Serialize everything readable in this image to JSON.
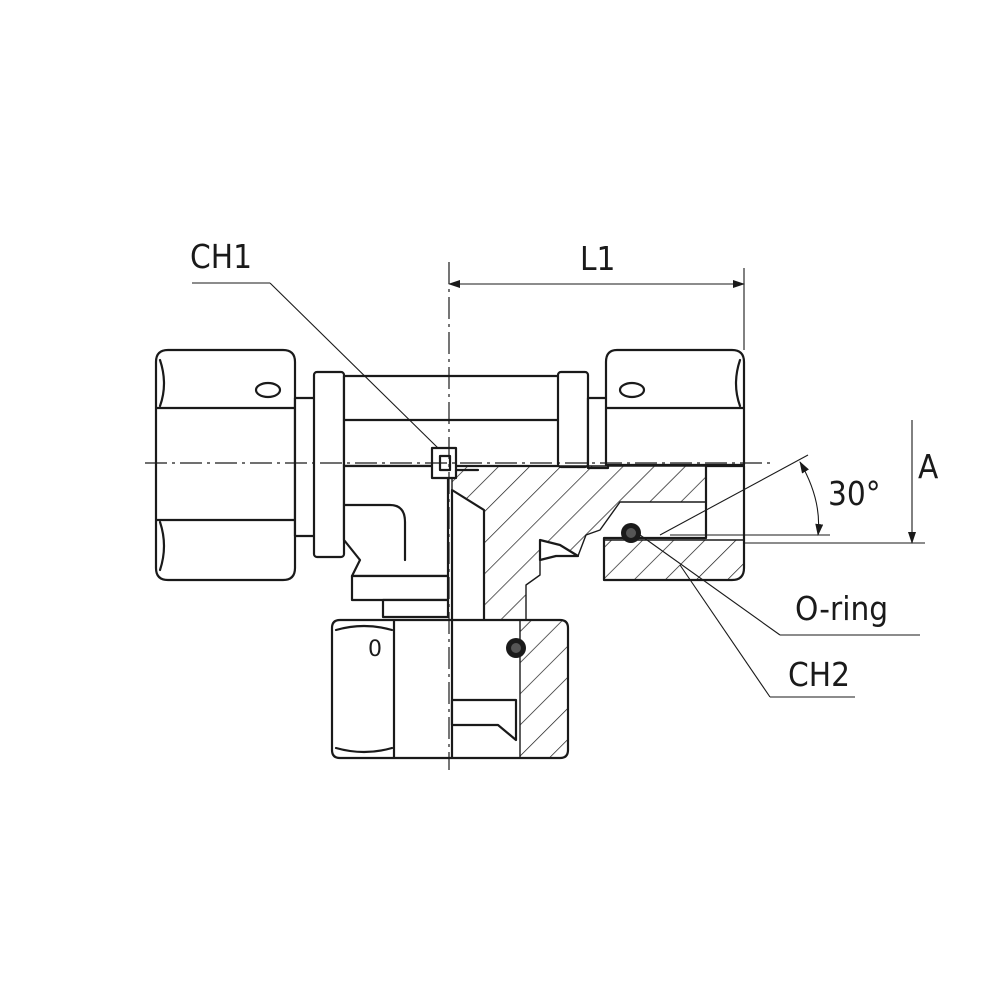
{
  "labels": {
    "ch1": "CH1",
    "l1": "L1",
    "a": "A",
    "angle": "30°",
    "oring": "O-ring",
    "ch2": "CH2",
    "nut_mark": "0"
  }
}
